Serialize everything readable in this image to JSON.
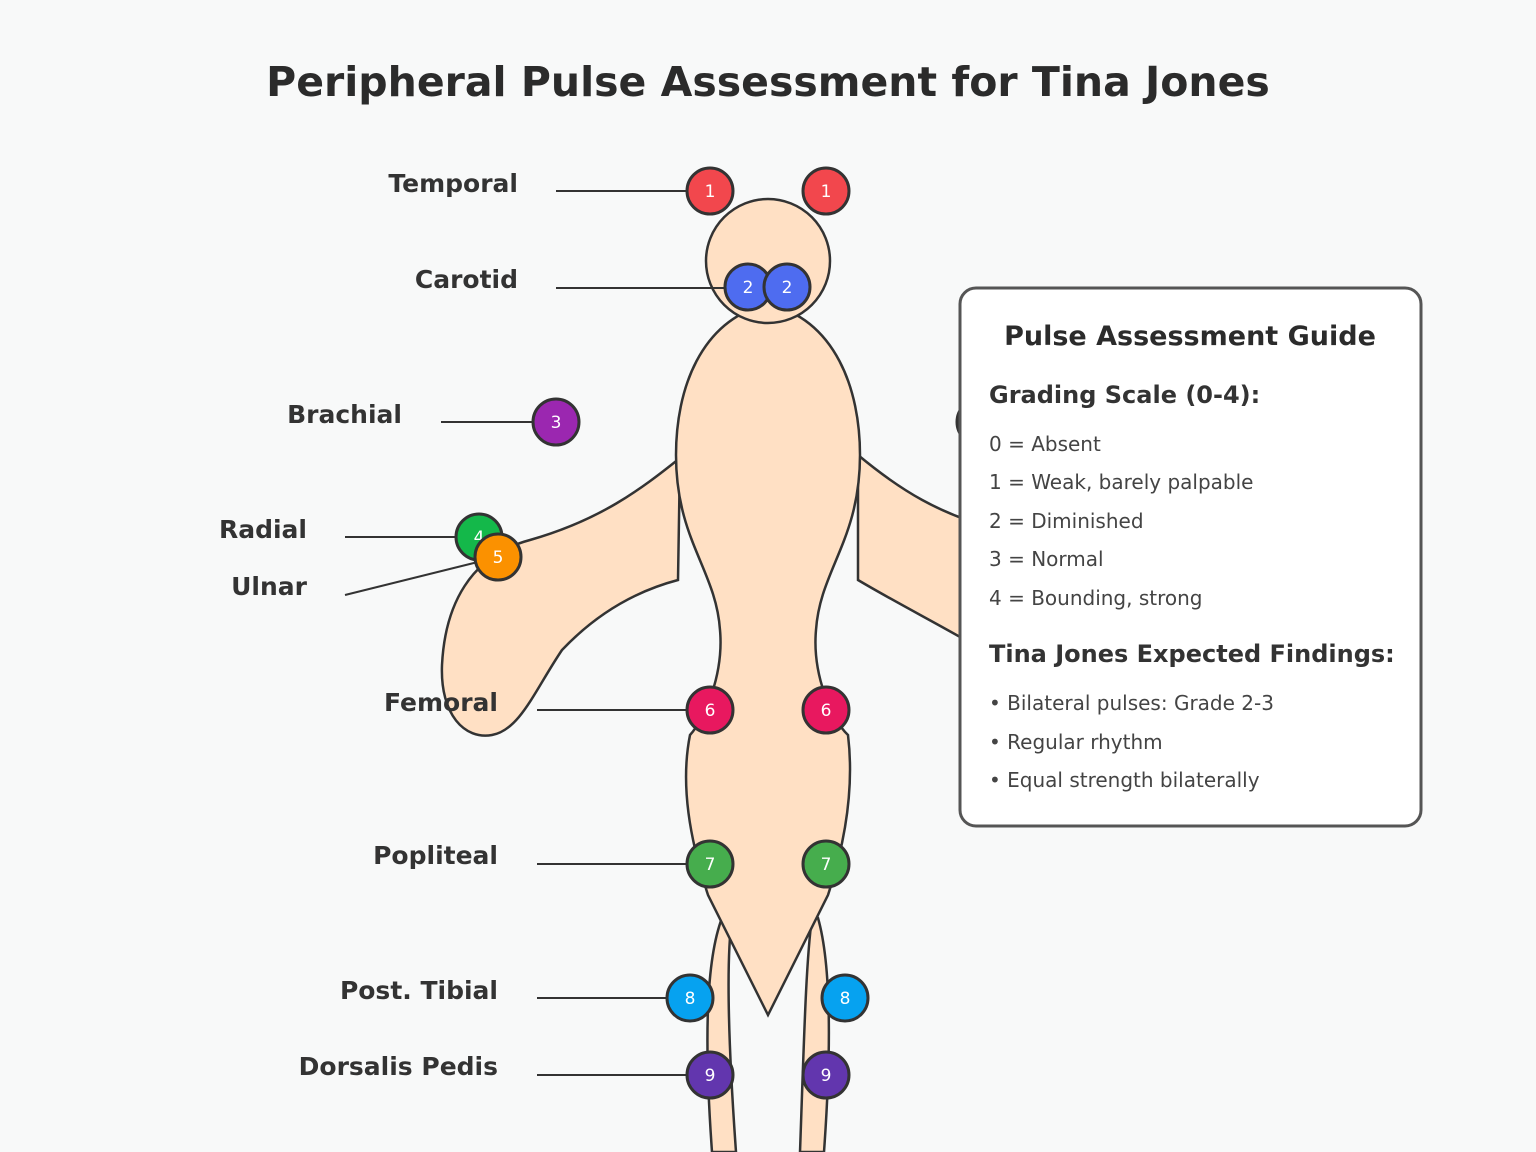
{
  "title": "Peripheral Pulse Assessment for Tina Jones",
  "colors": {
    "temporal": "#f2474d",
    "carotid": "#4e6cf0",
    "brachial": "#9b27b0",
    "radial": "#14b84a",
    "ulnar": "#fb9100",
    "femoral": "#e8185f",
    "popliteal": "#46ad4d",
    "post_tibial": "#06a2f0",
    "dorsalis_pedis": "#6236ae",
    "skin": "#ffe0c4"
  },
  "sites": [
    {
      "key": "temporal",
      "label": "Temporal",
      "number": "1"
    },
    {
      "key": "carotid",
      "label": "Carotid",
      "number": "2"
    },
    {
      "key": "brachial",
      "label": "Brachial",
      "number": "3"
    },
    {
      "key": "radial",
      "label": "Radial",
      "number": "4"
    },
    {
      "key": "ulnar",
      "label": "Ulnar",
      "number": "5"
    },
    {
      "key": "femoral",
      "label": "Femoral",
      "number": "6"
    },
    {
      "key": "popliteal",
      "label": "Popliteal",
      "number": "7"
    },
    {
      "key": "post_tibial",
      "label": "Post. Tibial",
      "number": "8"
    },
    {
      "key": "dorsalis_pedis",
      "label": "Dorsalis Pedis",
      "number": "9"
    }
  ],
  "guide": {
    "title": "Pulse Assessment Guide",
    "scale_heading": "Grading Scale (0-4):",
    "scale": [
      "0 = Absent",
      "1 = Weak, barely palpable",
      "2 = Diminished",
      "3 = Normal",
      "4 = Bounding, strong"
    ],
    "findings_heading": "Tina Jones Expected Findings:",
    "findings": [
      "• Bilateral pulses: Grade 2-3",
      "• Regular rhythm",
      "• Equal strength bilaterally"
    ]
  }
}
